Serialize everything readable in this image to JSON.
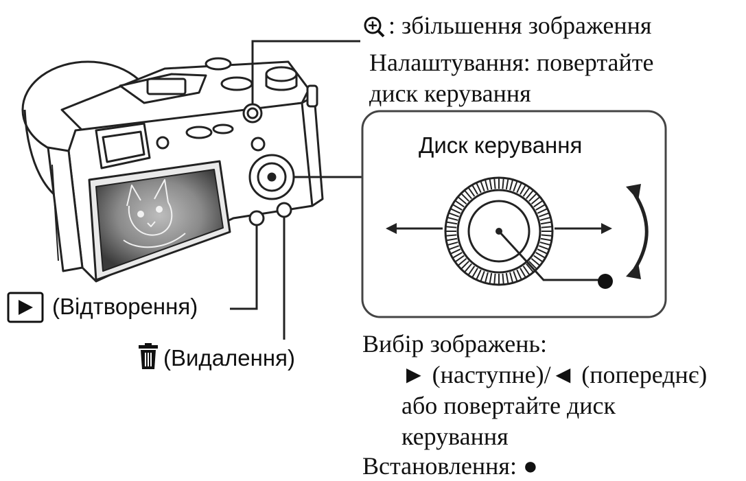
{
  "zoom": {
    "label": ": збільшення зображення",
    "line2": "Налаштування: повертайте",
    "line3": "диск керування"
  },
  "panel": {
    "title": "Диск керування"
  },
  "playback": {
    "label": "(Відтворення)"
  },
  "delete": {
    "label": "(Видалення)"
  },
  "selection": {
    "line1": "Вибір зображень:",
    "line2": "► (наступне)/◄ (попереднє)",
    "line3": "або повертайте диск",
    "line4": "керування",
    "line5": "Встановлення: ●"
  },
  "icons": {
    "zoom": "magnifier-plus-icon",
    "playback": "play-button-icon",
    "delete": "trash-can-icon"
  },
  "colors": {
    "ink": "#111111",
    "screen": "#6d6d6d",
    "background": "#ffffff"
  }
}
